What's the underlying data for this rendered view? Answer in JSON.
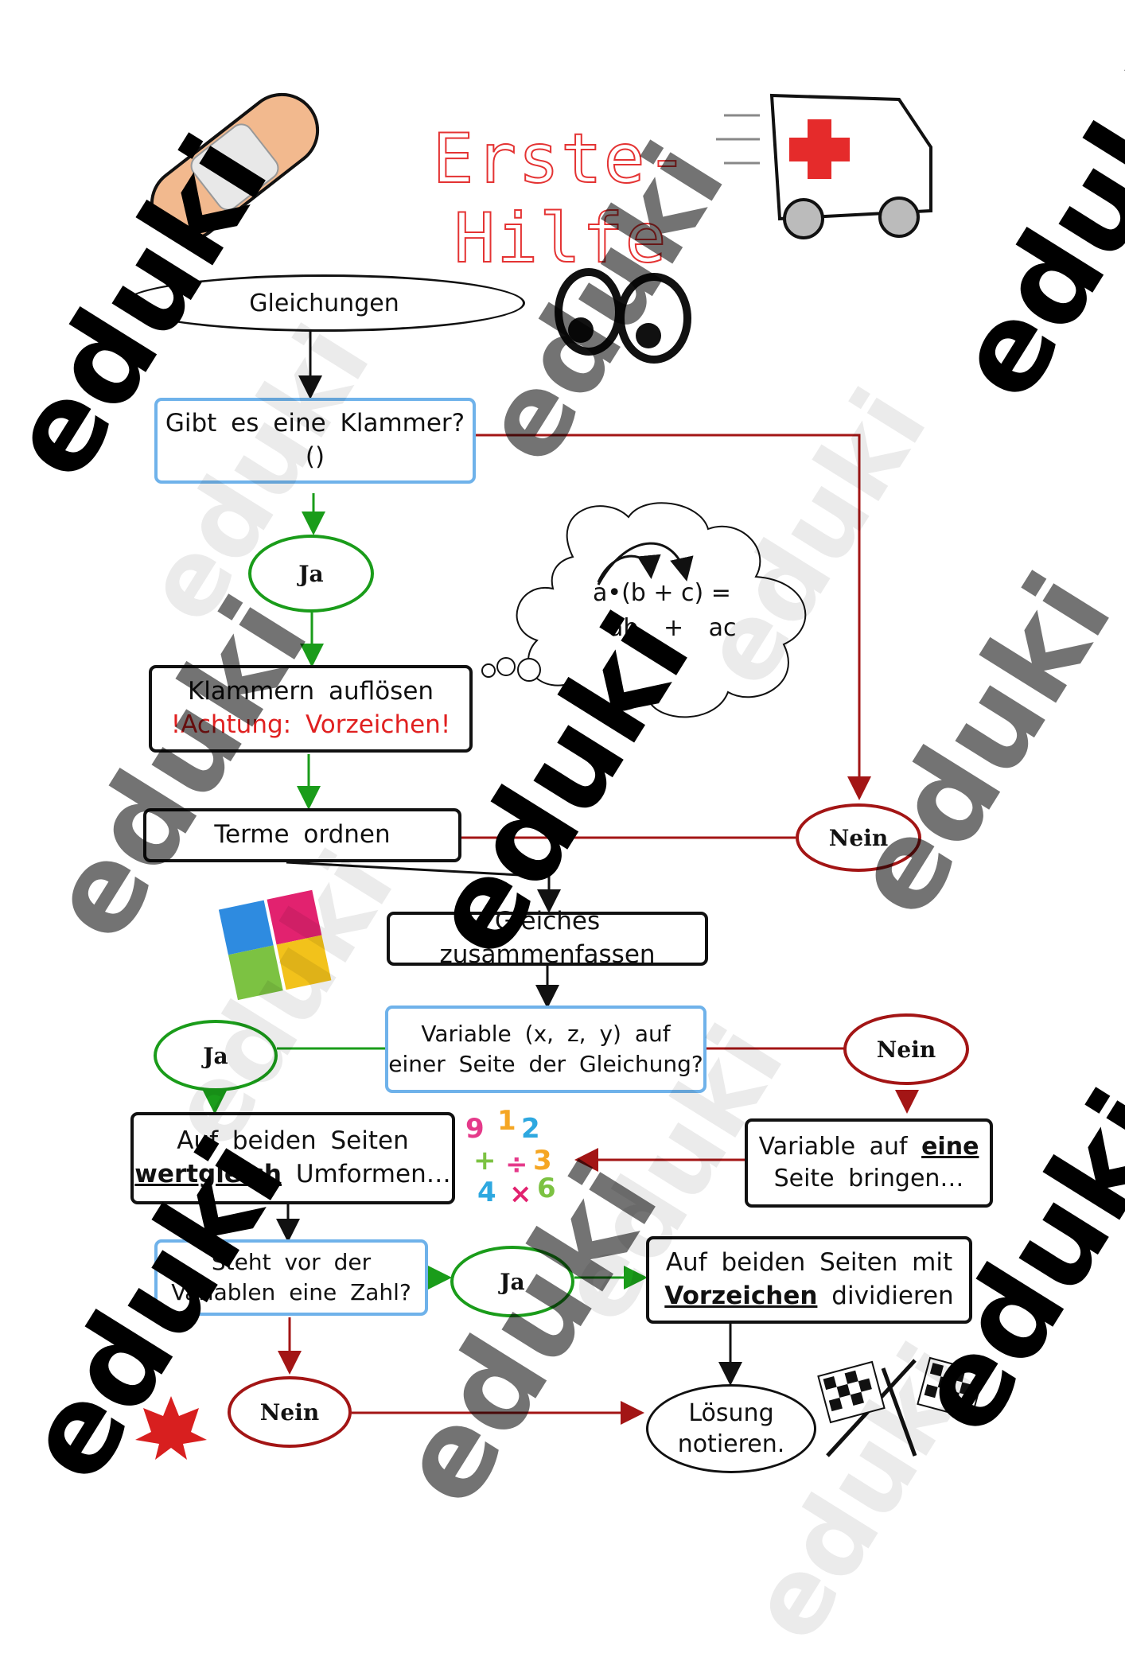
{
  "title": "Erste-Hilfe",
  "watermark": "eduki",
  "colors": {
    "black": "#111111",
    "green": "#1a9c1a",
    "red": "#a31515",
    "blue": "#6fb2ea",
    "warning": "#e02020",
    "title_outline": "#e43333"
  },
  "start": "Gleichungen",
  "q_bracket": {
    "line1": "Gibt es eine Klammer?",
    "line2": "()"
  },
  "yes": "Ja",
  "no": "Nein",
  "resolve": {
    "line1": "Klammern auflösen",
    "line2": "!Achtung: Vorzeichen!"
  },
  "sort_terms": "Terme ordnen",
  "combine": "Gleiches zusammenfassen",
  "q_variable": {
    "line1": "Variable (x, z, y) auf",
    "line2": "einer Seite der Gleichung?"
  },
  "transform": {
    "line1": "Auf beiden Seiten",
    "line2_bold": "wertgleich",
    "line2_rest": "Umformen…"
  },
  "move_variable": {
    "line1_pre": "Variable auf",
    "line1_bold": "eine",
    "line2": "Seite bringen…"
  },
  "q_number": {
    "line1": "Steht vor der",
    "line2": "Variablen eine Zahl?"
  },
  "divide": {
    "line1": "Auf beiden Seiten mit",
    "line2_bold": "Vorzeichen",
    "line2_rest": "dividieren"
  },
  "solution": {
    "line1": "Lösung",
    "line2": "notieren."
  },
  "thought": {
    "line1": "a•(b + c) =",
    "line2": "ab + ac"
  },
  "icons": [
    "bandage-icon",
    "ambulance-icon",
    "eyes-icon",
    "puzzle-icon",
    "numbers-icon",
    "maple-leaf-icon",
    "finish-flags-icon"
  ]
}
